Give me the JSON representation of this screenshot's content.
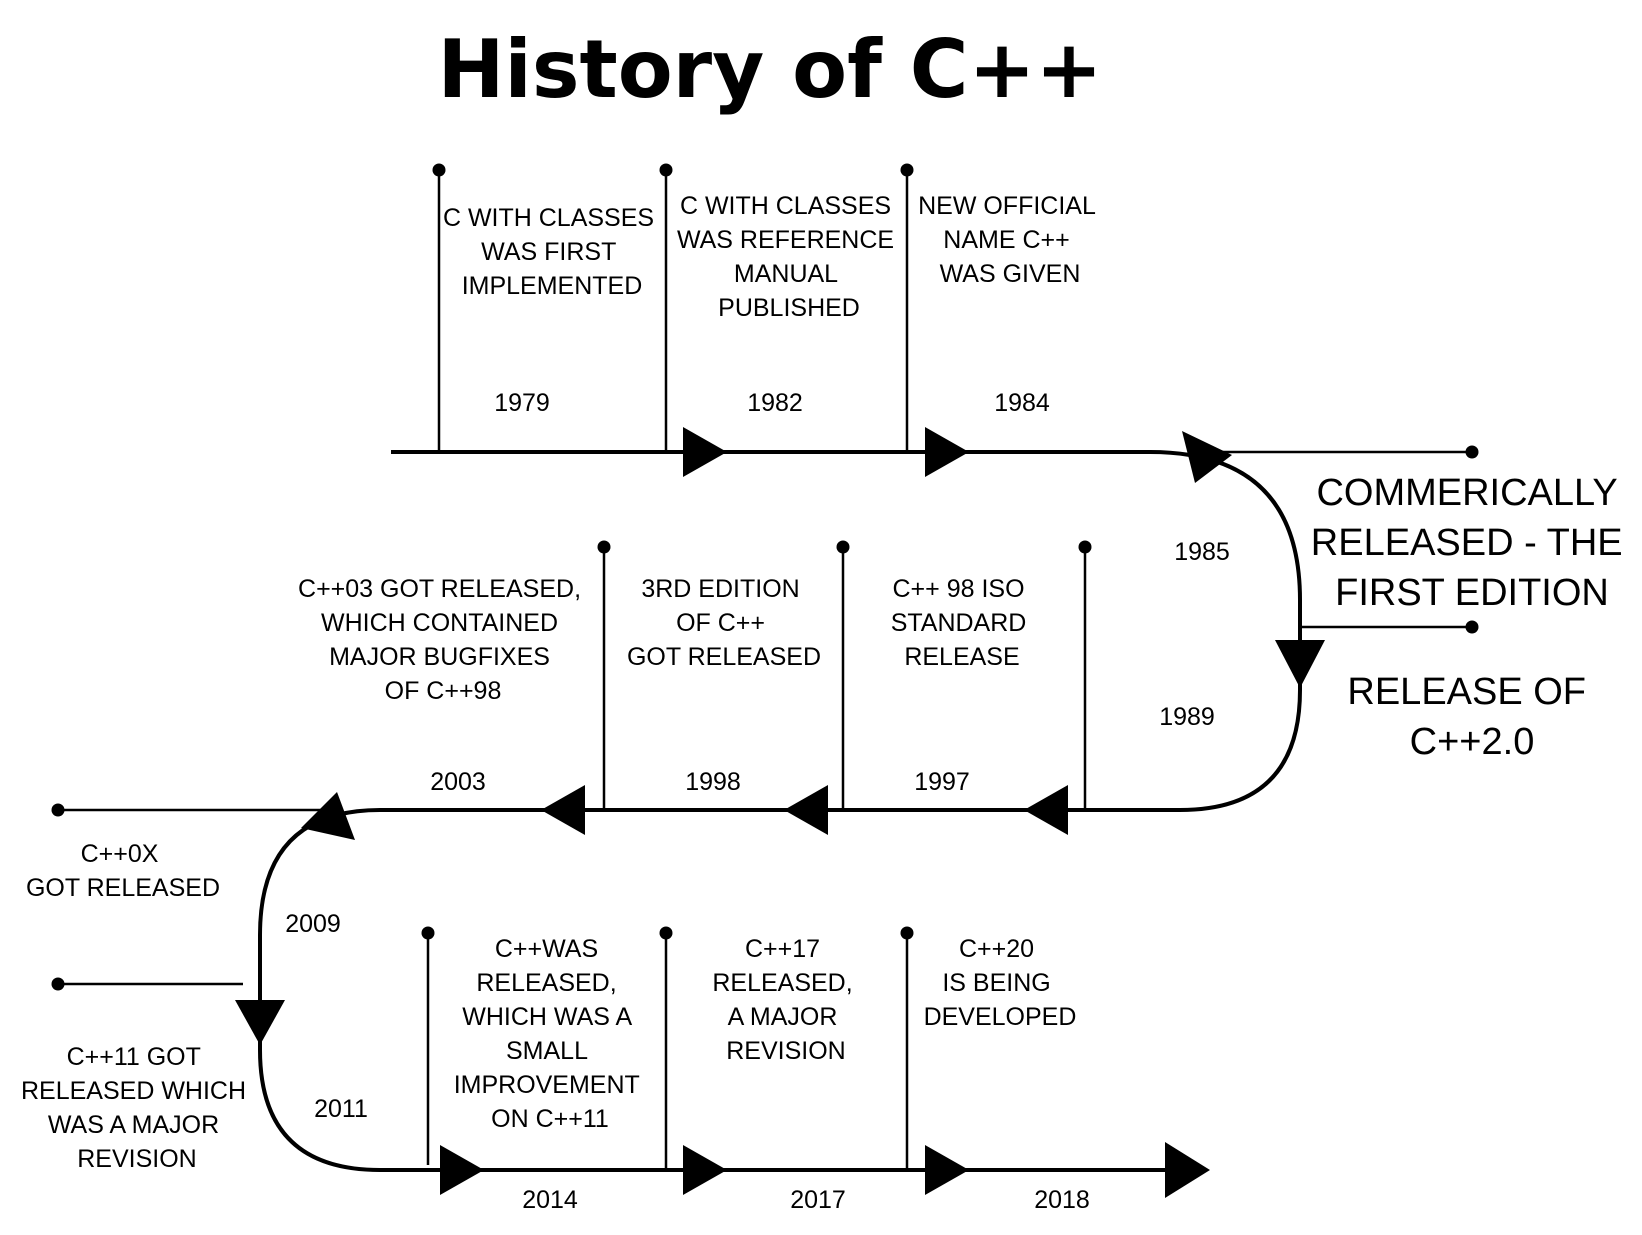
{
  "title": "History of C++",
  "events": [
    {
      "id": "1979",
      "year": "1979",
      "lines": [
        "C WITH CLASSES",
        "WAS FIRST",
        "IMPLEMENTED"
      ]
    },
    {
      "id": "1982",
      "year": "1982",
      "lines": [
        "C WITH CLASSES",
        "WAS REFERENCE",
        "MANUAL",
        "PUBLISHED"
      ]
    },
    {
      "id": "1984",
      "year": "1984",
      "lines": [
        "NEW OFFICIAL",
        "NAME C++",
        "WAS GIVEN"
      ]
    },
    {
      "id": "1985",
      "year": "1985",
      "lines": [
        "COMMERICALLY",
        "RELEASED - THE",
        "FIRST EDITION"
      ]
    },
    {
      "id": "1989",
      "year": "1989",
      "lines": [
        "RELEASE OF",
        "C++2.0"
      ]
    },
    {
      "id": "1997",
      "year": "1997",
      "lines": [
        "C++ 98 ISO",
        "STANDARD",
        "RELEASE"
      ]
    },
    {
      "id": "1998",
      "year": "1998",
      "lines": [
        "3RD EDITION",
        "OF C++",
        "GOT RELEASED"
      ]
    },
    {
      "id": "2003",
      "year": "2003",
      "lines": [
        "C++03 GOT RELEASED,",
        "WHICH CONTAINED",
        "MAJOR BUGFIXES",
        "OF C++98"
      ]
    },
    {
      "id": "2009",
      "year": "2009",
      "lines": [
        "C++0X",
        "GOT RELEASED"
      ]
    },
    {
      "id": "2011",
      "year": "2011",
      "lines": [
        "C++11 GOT",
        "RELEASED WHICH",
        "WAS A MAJOR",
        "REVISION"
      ]
    },
    {
      "id": "2014",
      "year": "2014",
      "lines": [
        "C++WAS",
        "RELEASED,",
        "WHICH WAS A",
        "SMALL",
        "IMPROVEMENT",
        "ON C++11"
      ]
    },
    {
      "id": "2017",
      "year": "2017",
      "lines": [
        "C++17",
        "RELEASED,",
        "A MAJOR",
        "REVISION"
      ]
    },
    {
      "id": "2018",
      "year": "2018",
      "lines": [
        "C++20",
        "IS BEING",
        "DEVELOPED"
      ]
    }
  ]
}
